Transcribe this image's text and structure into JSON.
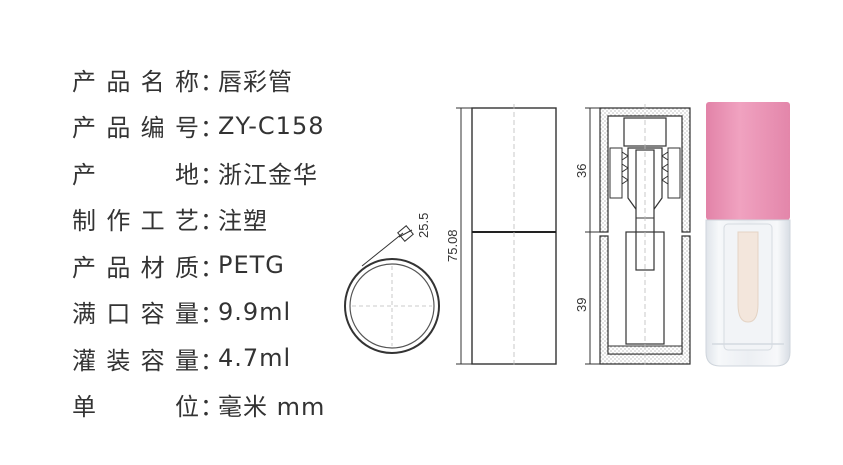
{
  "specs": [
    {
      "label": "产品名称",
      "colon": "：",
      "value": "唇彩管"
    },
    {
      "label": "产品编号",
      "colon": "：",
      "value": "ZY-C158"
    },
    {
      "label": "产  地",
      "colon": "：",
      "value": "浙江金华"
    },
    {
      "label": "制作工艺",
      "colon": "：",
      "value": "注塑"
    },
    {
      "label": "产品材质",
      "colon": "：",
      "value": "PETG"
    },
    {
      "label": "满口容量",
      "colon": "：",
      "value": "9.9ml"
    },
    {
      "label": "灌装容量",
      "colon": "：",
      "value": "4.7ml"
    },
    {
      "label": "单  位",
      "colon": "：",
      "value": "毫米 mm"
    }
  ],
  "dimensions": {
    "diameter": "25.5",
    "height": "75.08",
    "cap_part": "36",
    "base_part": "39"
  },
  "colors": {
    "cap_pink": "#e98fb0",
    "body_clear": "#e9edf1",
    "applicator": "#f3e6dc",
    "hatch": "#9a9a9a"
  }
}
